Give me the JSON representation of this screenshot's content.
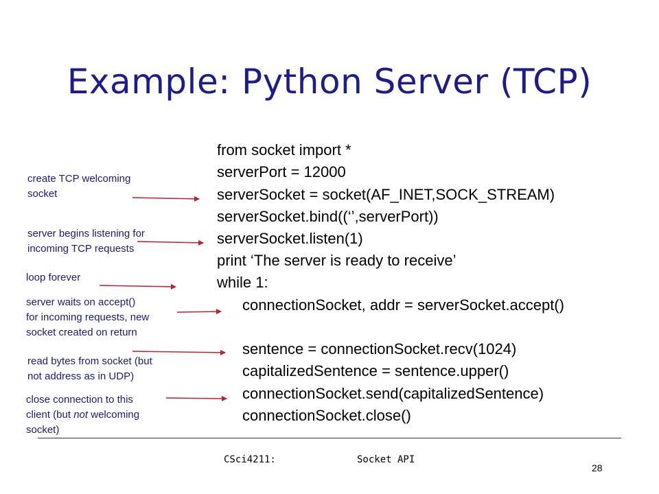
{
  "slide": {
    "title": "Example: Python Server (TCP)",
    "code": [
      "from socket import *",
      "serverPort = 12000",
      "serverSocket = socket(AF_INET,SOCK_STREAM)",
      "serverSocket.bind((‘’,serverPort))",
      "serverSocket.listen(1)",
      "print ‘The server is ready to receive’",
      "while 1:",
      "connectionSocket, addr = serverSocket.accept()",
      "sentence = connectionSocket.recv(1024)",
      "capitalizedSentence = sentence.upper()",
      "connectionSocket.send(capitalizedSentence)",
      "connectionSocket.close()"
    ],
    "annotations": {
      "welcome": [
        "create TCP welcoming",
        "socket"
      ],
      "listen": [
        "server begins listening for",
        "incoming TCP requests"
      ],
      "loop": [
        "loop forever"
      ],
      "accept": [
        "server waits on accept()",
        "for incoming requests, new",
        "socket created on return"
      ],
      "read": [
        "read bytes from socket (but",
        "not address as in UDP)"
      ],
      "close_pre": "close connection to this",
      "close_line2_a": "client (but ",
      "close_line2_em": "not",
      "close_line2_b": " welcoming",
      "close_line3": "socket)"
    },
    "footer": {
      "course": "CSci4211:",
      "topic": "Socket API",
      "page": "28"
    },
    "colors": {
      "title": "#1c1c8c",
      "annotation": "#1a1a7a",
      "arrow": "#c0202a"
    }
  }
}
